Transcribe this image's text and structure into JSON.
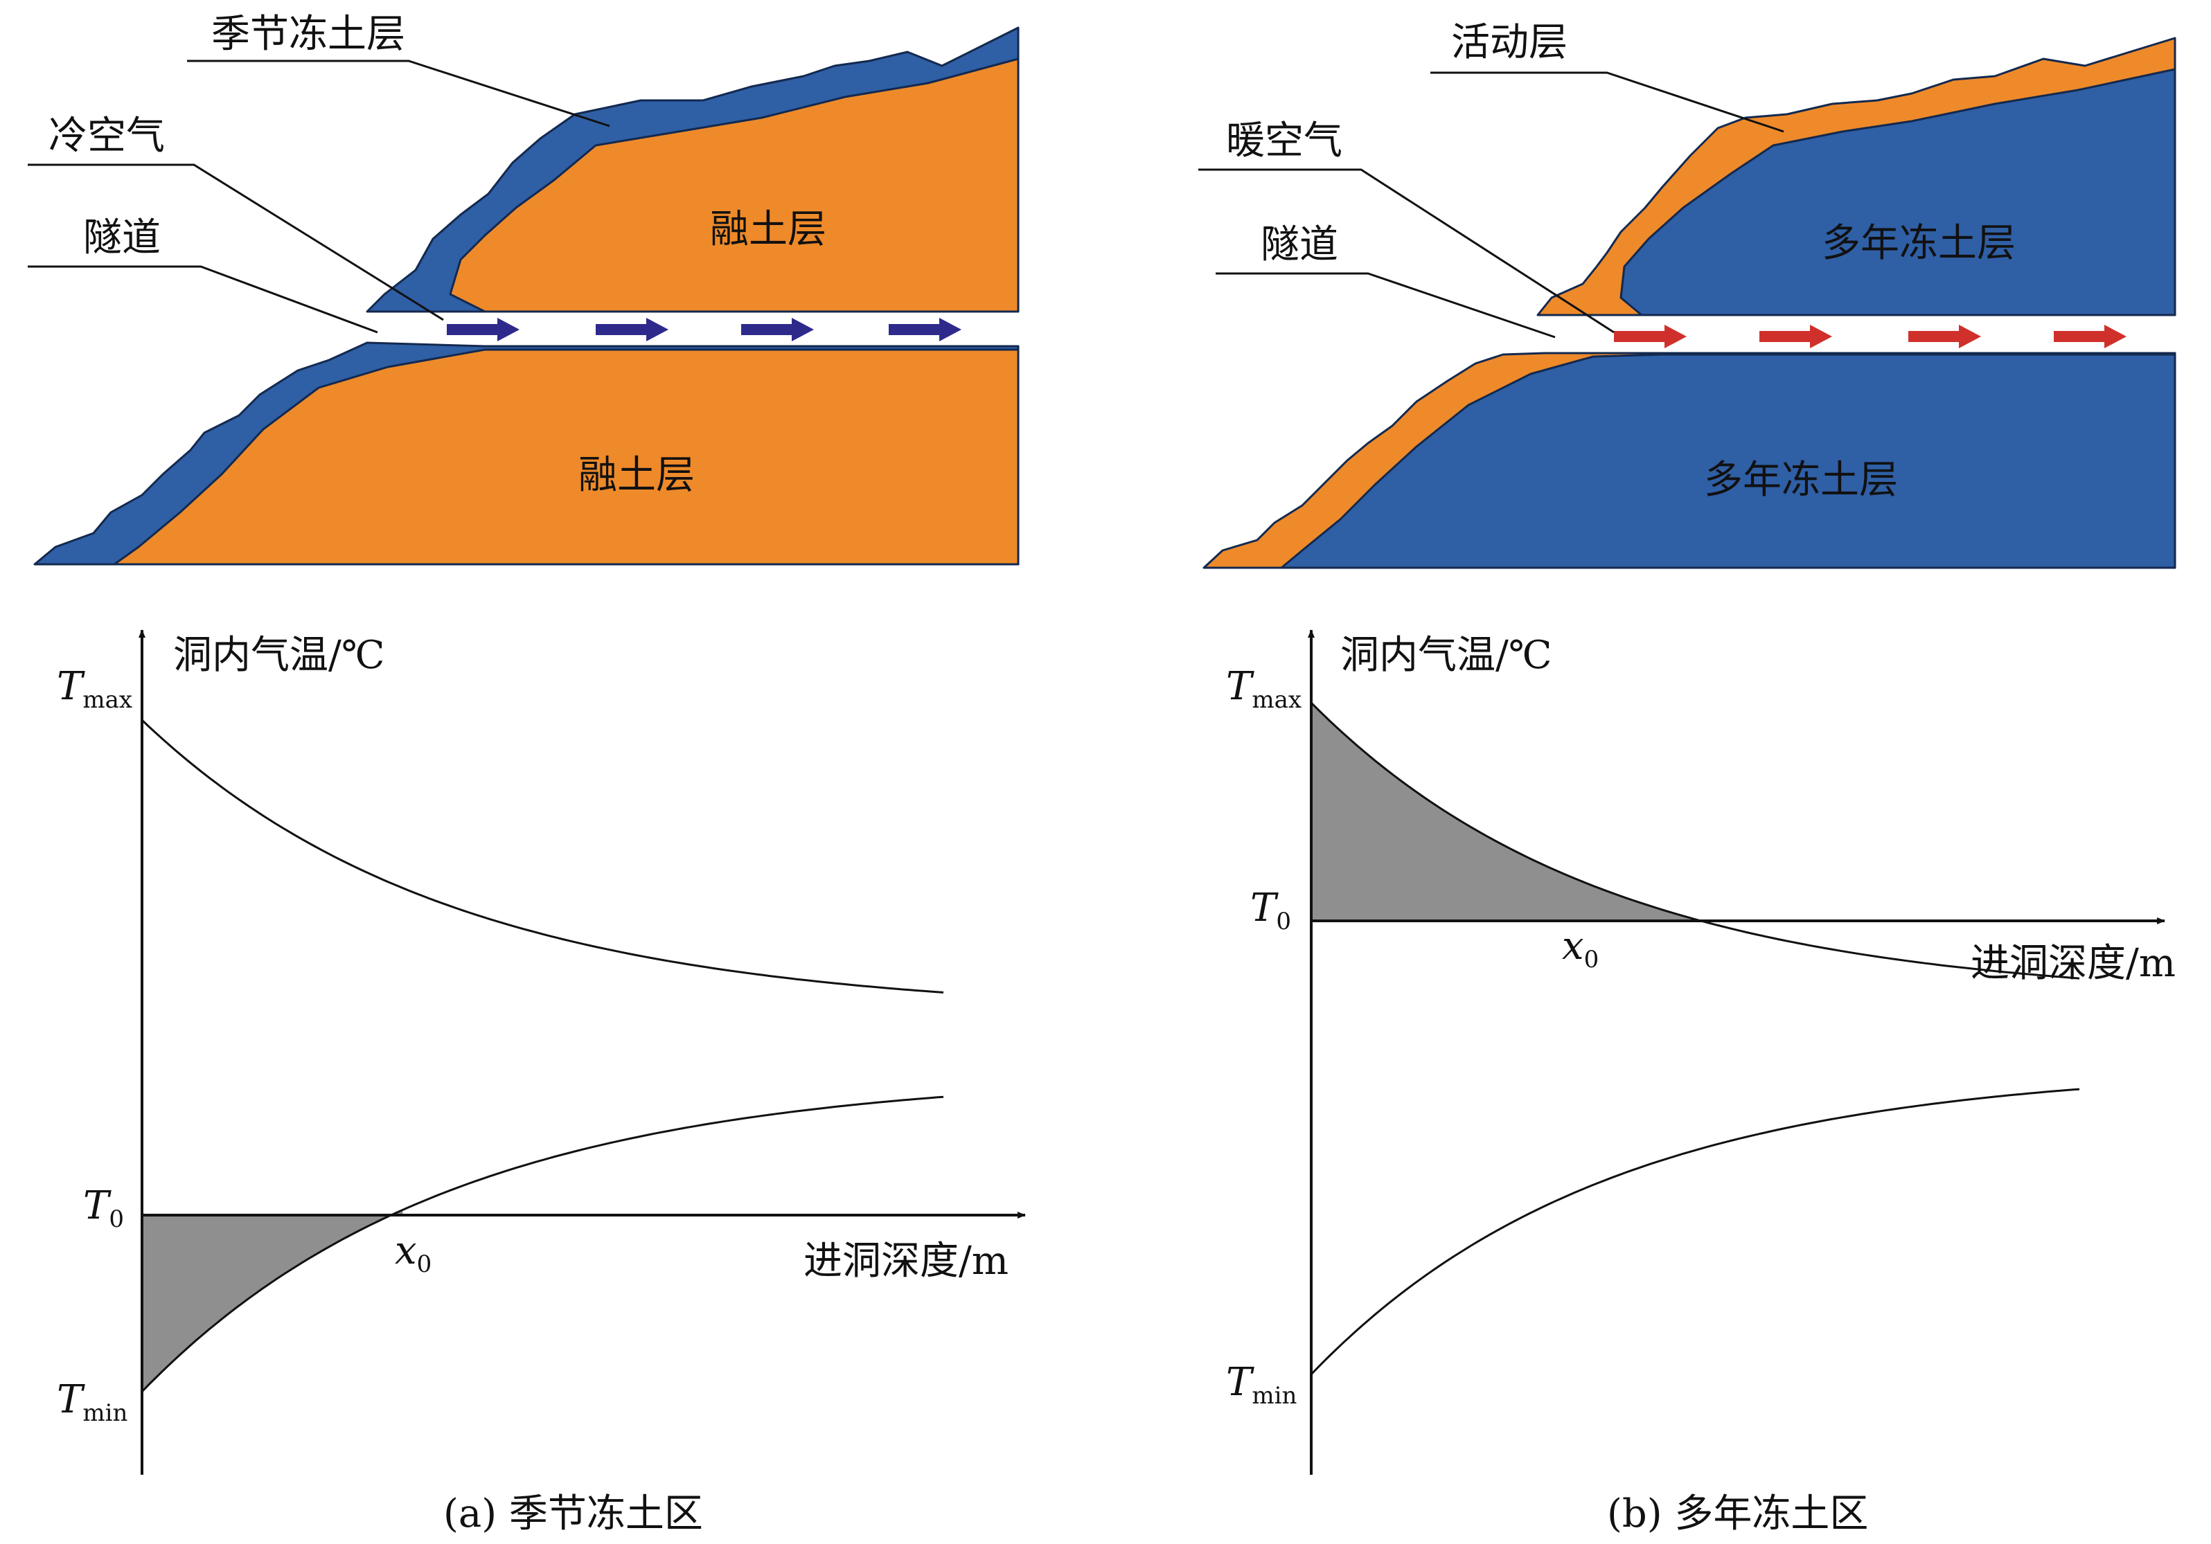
{
  "colors": {
    "frozen": "#2f5fa5",
    "frozen_stroke": "#13294f",
    "thawed": "#ee8a2a",
    "cold_arrow": "#2e2a8c",
    "warm_arrow": "#d0302b",
    "shade": "#8f8f8f",
    "line": "#111111"
  },
  "panel_a": {
    "labels": {
      "seasonal_layer": "季节冻土层",
      "cold_air": "冷空气",
      "tunnel": "隧道",
      "thaw_upper": "融土层",
      "thaw_lower": "融土层"
    },
    "chart": {
      "y_axis_label": "洞内气温/℃",
      "x_axis_label": "进洞深度/m",
      "t_max": {
        "sym": "T",
        "sub": "max"
      },
      "t_zero": {
        "sym": "T",
        "sub": "0"
      },
      "t_min": {
        "sym": "T",
        "sub": "min"
      },
      "x_zero": {
        "sym": "x",
        "sub": "0"
      }
    },
    "caption": "(a) 季节冻土区"
  },
  "panel_b": {
    "labels": {
      "active_layer": "活动层",
      "warm_air": "暖空气",
      "tunnel": "隧道",
      "perma_upper": "多年冻土层",
      "perma_lower": "多年冻土层"
    },
    "chart": {
      "y_axis_label": "洞内气温/℃",
      "x_axis_label": "进洞深度/m",
      "t_max": {
        "sym": "T",
        "sub": "max"
      },
      "t_zero": {
        "sym": "T",
        "sub": "0"
      },
      "t_min": {
        "sym": "T",
        "sub": "min"
      },
      "x_zero": {
        "sym": "x",
        "sub": "0"
      }
    },
    "caption": "(b) 多年冻土区"
  }
}
